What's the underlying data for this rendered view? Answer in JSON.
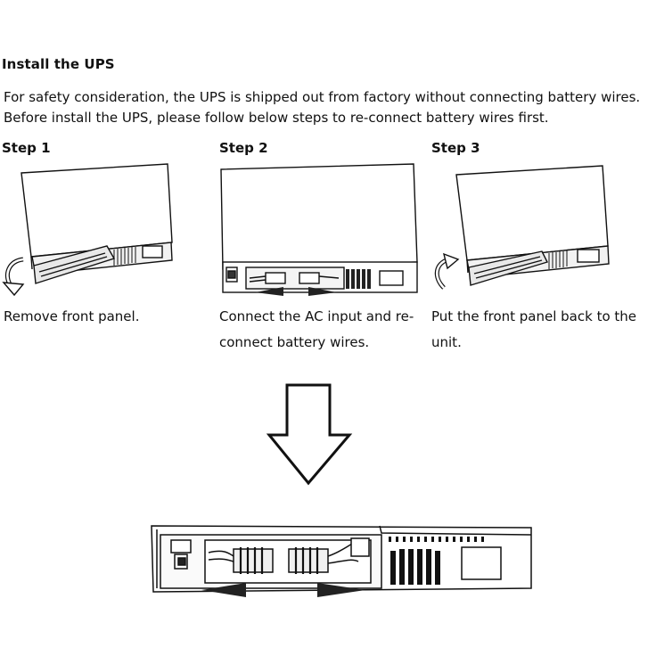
{
  "title": "Install the UPS",
  "intro": [
    "For safety consideration, the UPS is shipped out from factory without connecting battery wires.",
    "Before install the UPS, please follow below steps to re-connect battery wires first."
  ],
  "steps": [
    {
      "heading": "Step 1",
      "caption": "Remove front panel.",
      "icon": "rotate-arrow-counterclockwise-icon"
    },
    {
      "heading": "Step 2",
      "caption": "Connect the AC input and re-connect battery wires.",
      "icon": ""
    },
    {
      "heading": "Step 3",
      "caption": "Put the front panel back to the unit.",
      "icon": "rotate-arrow-clockwise-icon"
    }
  ],
  "big_arrow_icon": "down-arrow-icon",
  "colors": {
    "ink": "#111111",
    "background": "#ffffff",
    "panel_gray": "#e8e8e8"
  }
}
